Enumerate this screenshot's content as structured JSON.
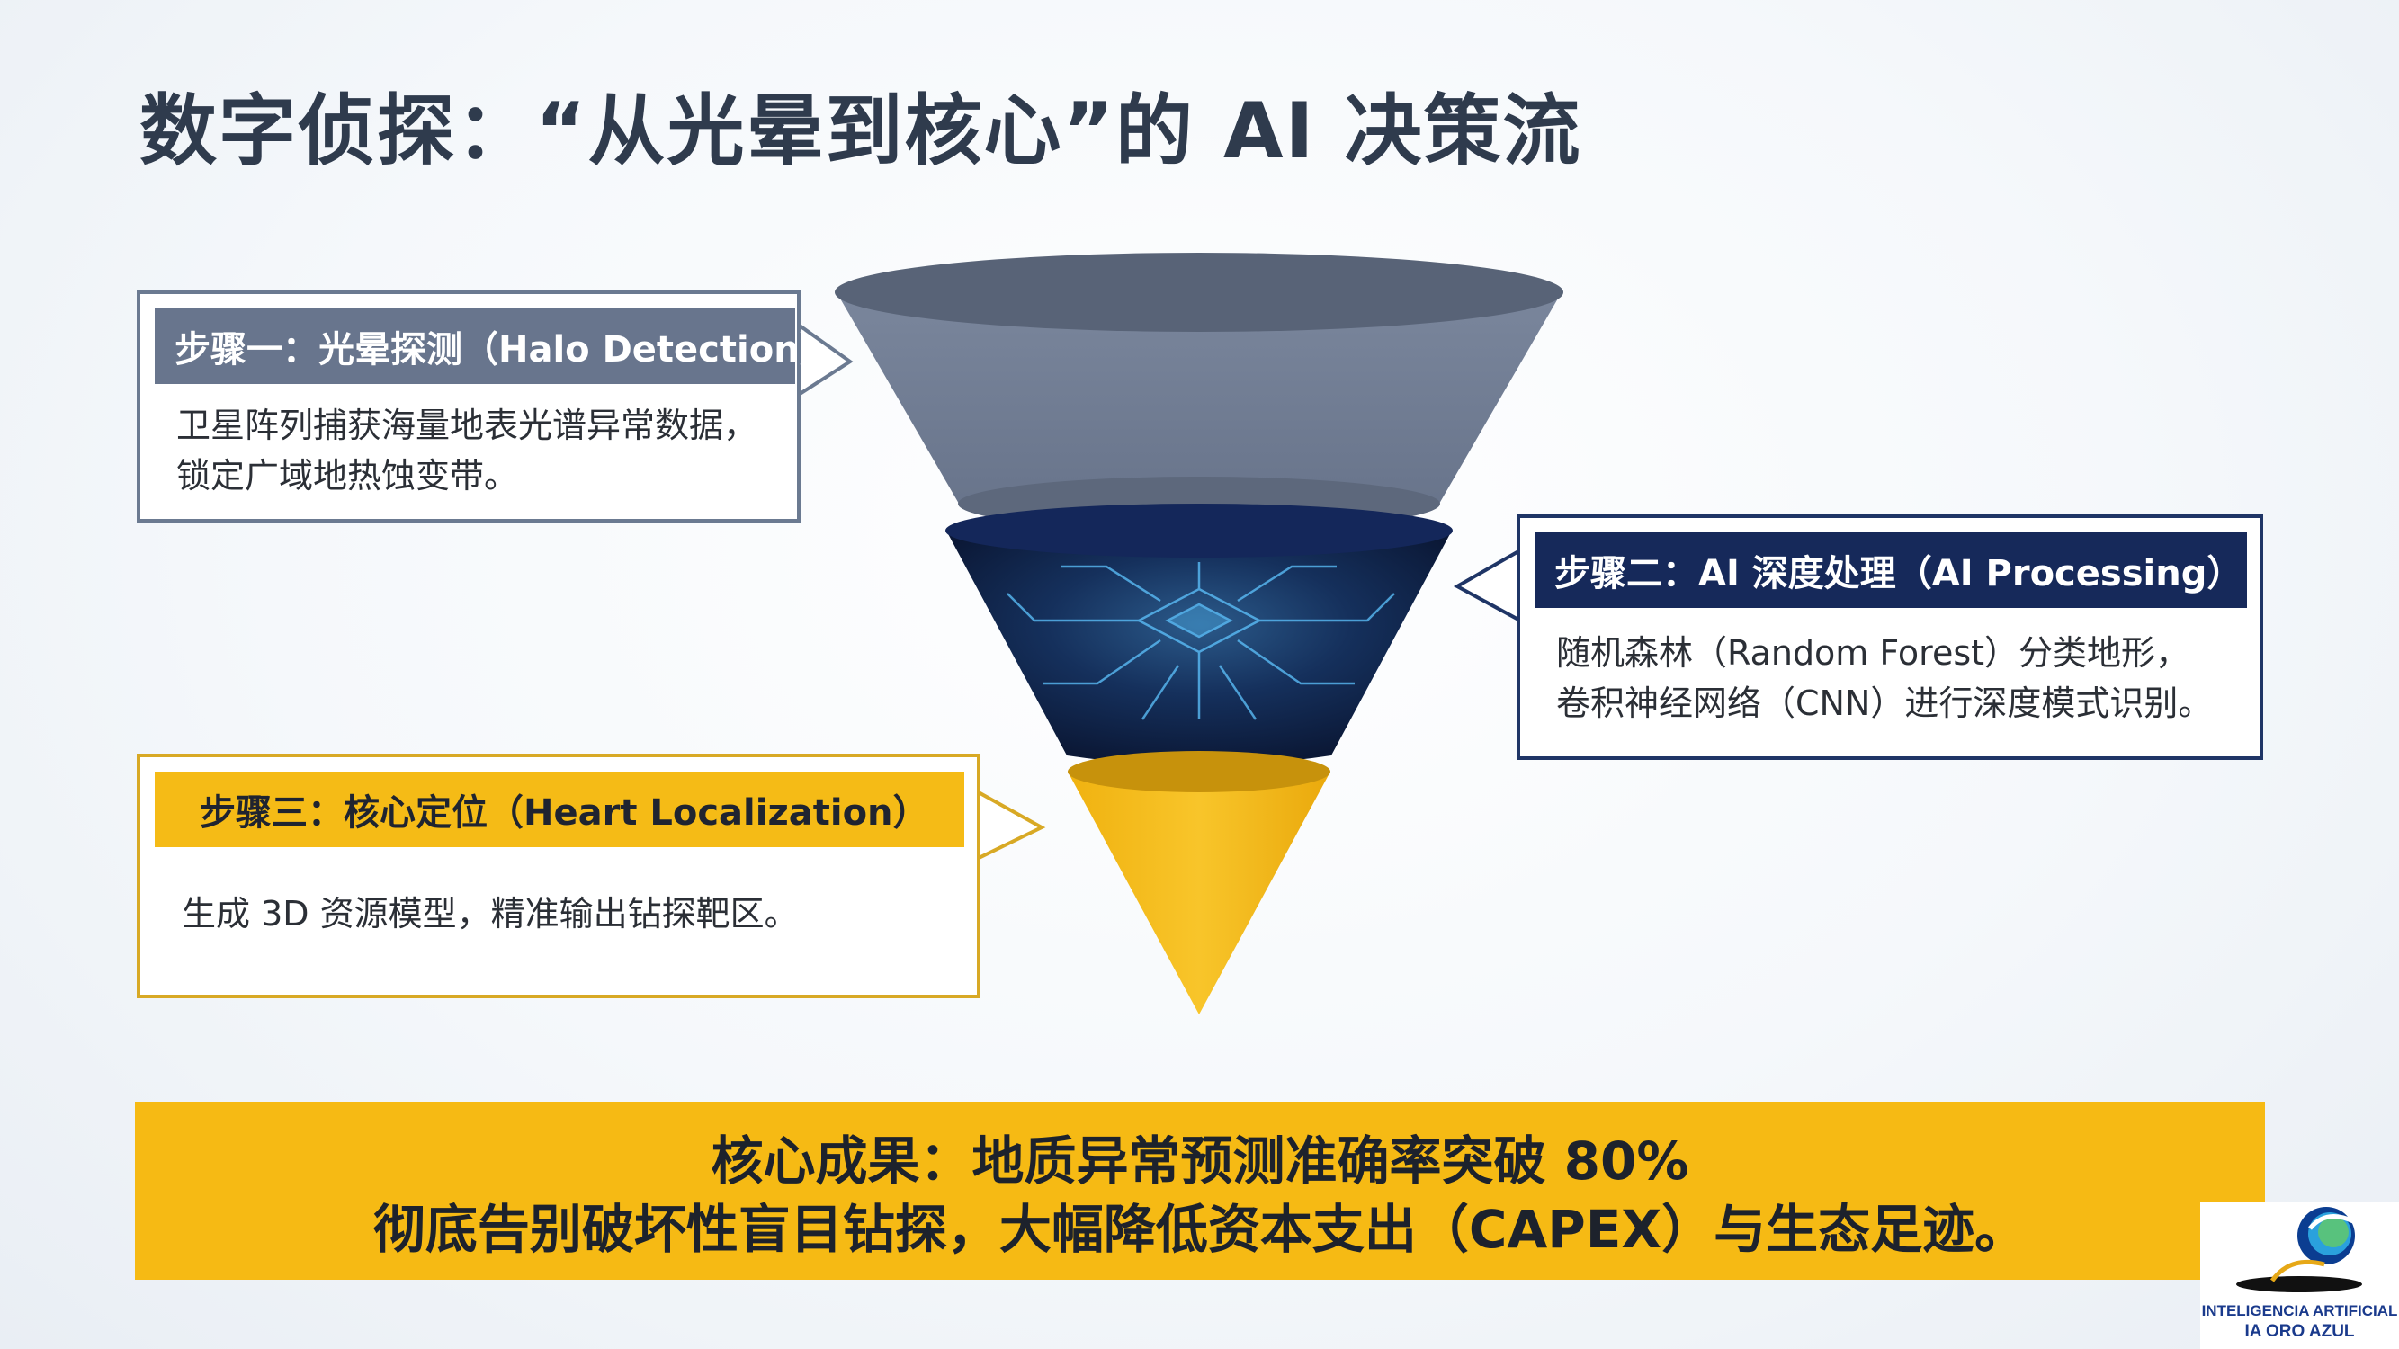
{
  "title": "数字侦探：“从光晕到核心”的 AI 决策流",
  "steps": [
    {
      "header": "步骤一：光晕探测（Halo Detection）",
      "lines": [
        "卫星阵列捕获海量地表光谱异常数据，",
        "锁定广域地热蚀变带。"
      ]
    },
    {
      "header": "步骤二：AI 深度处理（AI Processing）",
      "lines": [
        "随机森林（Random Forest）分类地形，",
        "卷积神经网络（CNN）进行深度模式识别。"
      ]
    },
    {
      "header": "步骤三：核心定位（Heart Localization）",
      "lines": [
        "生成 3D 资源模型，精准输出钻探靶区。"
      ]
    }
  ],
  "banner": {
    "line1": "核心成果：地质异常预测准确率突破 80%",
    "line2": "彻底告别破坏性盲目钻探，大幅降低资本支出（CAPEX）与生态足迹。"
  },
  "logo": {
    "line1": "INTELIGENCIA ARTIFICIAL",
    "line2": "IA ORO AZUL"
  },
  "colors": {
    "tier1": "#6b7890",
    "tier2": "#16295a",
    "tier3": "#f5bb16",
    "title": "#2f3b4d"
  }
}
